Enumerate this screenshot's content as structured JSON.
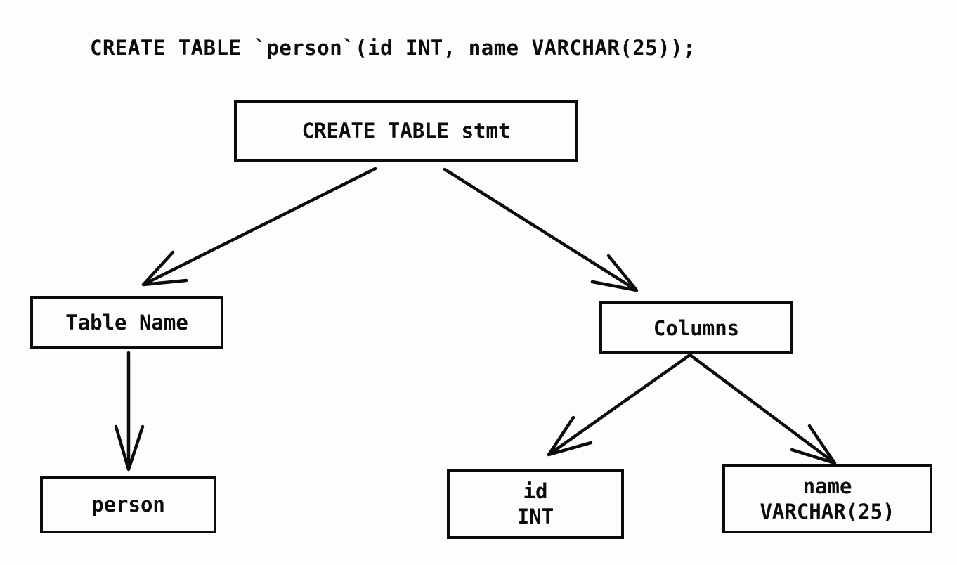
{
  "sql_statement": "CREATE TABLE `person`(id INT, name VARCHAR(25));",
  "diagram": {
    "type": "parse-tree",
    "nodes": [
      {
        "id": "create-table-stmt",
        "lines": [
          "CREATE TABLE stmt"
        ]
      },
      {
        "id": "table-name",
        "lines": [
          "Table Name"
        ]
      },
      {
        "id": "columns",
        "lines": [
          "Columns"
        ]
      },
      {
        "id": "person",
        "lines": [
          "person"
        ]
      },
      {
        "id": "id-column",
        "lines": [
          "id",
          "INT"
        ]
      },
      {
        "id": "name-column",
        "lines": [
          "name",
          "VARCHAR(25)"
        ]
      }
    ],
    "edges": [
      {
        "from": "create-table-stmt",
        "to": "table-name"
      },
      {
        "from": "create-table-stmt",
        "to": "columns"
      },
      {
        "from": "table-name",
        "to": "person"
      },
      {
        "from": "columns",
        "to": "id-column"
      },
      {
        "from": "columns",
        "to": "name-column"
      }
    ],
    "colors": {
      "ink": "#0c0c0c",
      "background": "#fdfdfd"
    }
  }
}
